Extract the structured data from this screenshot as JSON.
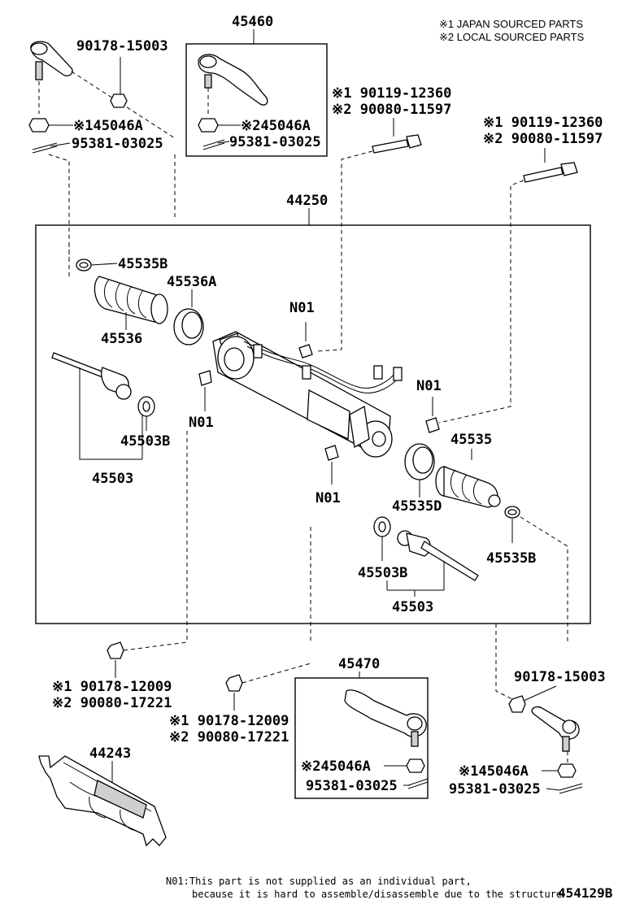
{
  "legend": {
    "note1": "※1 JAPAN SOURCED PARTS",
    "note2": "※2 LOCAL SOURCED PARTS"
  },
  "labels": {
    "l_45460": "45460",
    "l_90178_15003_top": "90178-15003",
    "l_45046a_top_left": "※145046A",
    "l_95381_top_left": "95381-03025",
    "l_45046a_box": "※245046A",
    "l_95381_box": "95381-03025",
    "l_bolt_top1_a": "※1 90119-12360",
    "l_bolt_top1_b": "※2 90080-11597",
    "l_bolt_top2_a": "※1 90119-12360",
    "l_bolt_top2_b": "※2 90080-11597",
    "l_44250": "44250",
    "l_45535b_left": "45535B",
    "l_45536a": "45536A",
    "l_45536": "45536",
    "l_n01_a": "N01",
    "l_n01_b": "N01",
    "l_n01_c": "N01",
    "l_n01_d": "N01",
    "l_45503b_left": "45503B",
    "l_45503_left": "45503",
    "l_45535": "45535",
    "l_45535d": "45535D",
    "l_45535b_right": "45535B",
    "l_45503b_right": "45503B",
    "l_45503_right": "45503",
    "l_nut_left_a": "※1 90178-12009",
    "l_nut_left_b": "※2 90080-17221",
    "l_nut_mid_a": "※1 90178-12009",
    "l_nut_mid_b": "※2 90080-17221",
    "l_44243": "44243",
    "l_45470": "45470",
    "l_45046a_box2": "※245046A",
    "l_95381_box2": "95381-03025",
    "l_90178_15003_right": "90178-15003",
    "l_45046a_right": "※145046A",
    "l_95381_right": "95381-03025"
  },
  "footer": {
    "note_line1": "N01:This part is not supplied as an individual part,",
    "note_line2": "because it is hard to assemble/disassemble due to the structure",
    "code": "454129B"
  }
}
